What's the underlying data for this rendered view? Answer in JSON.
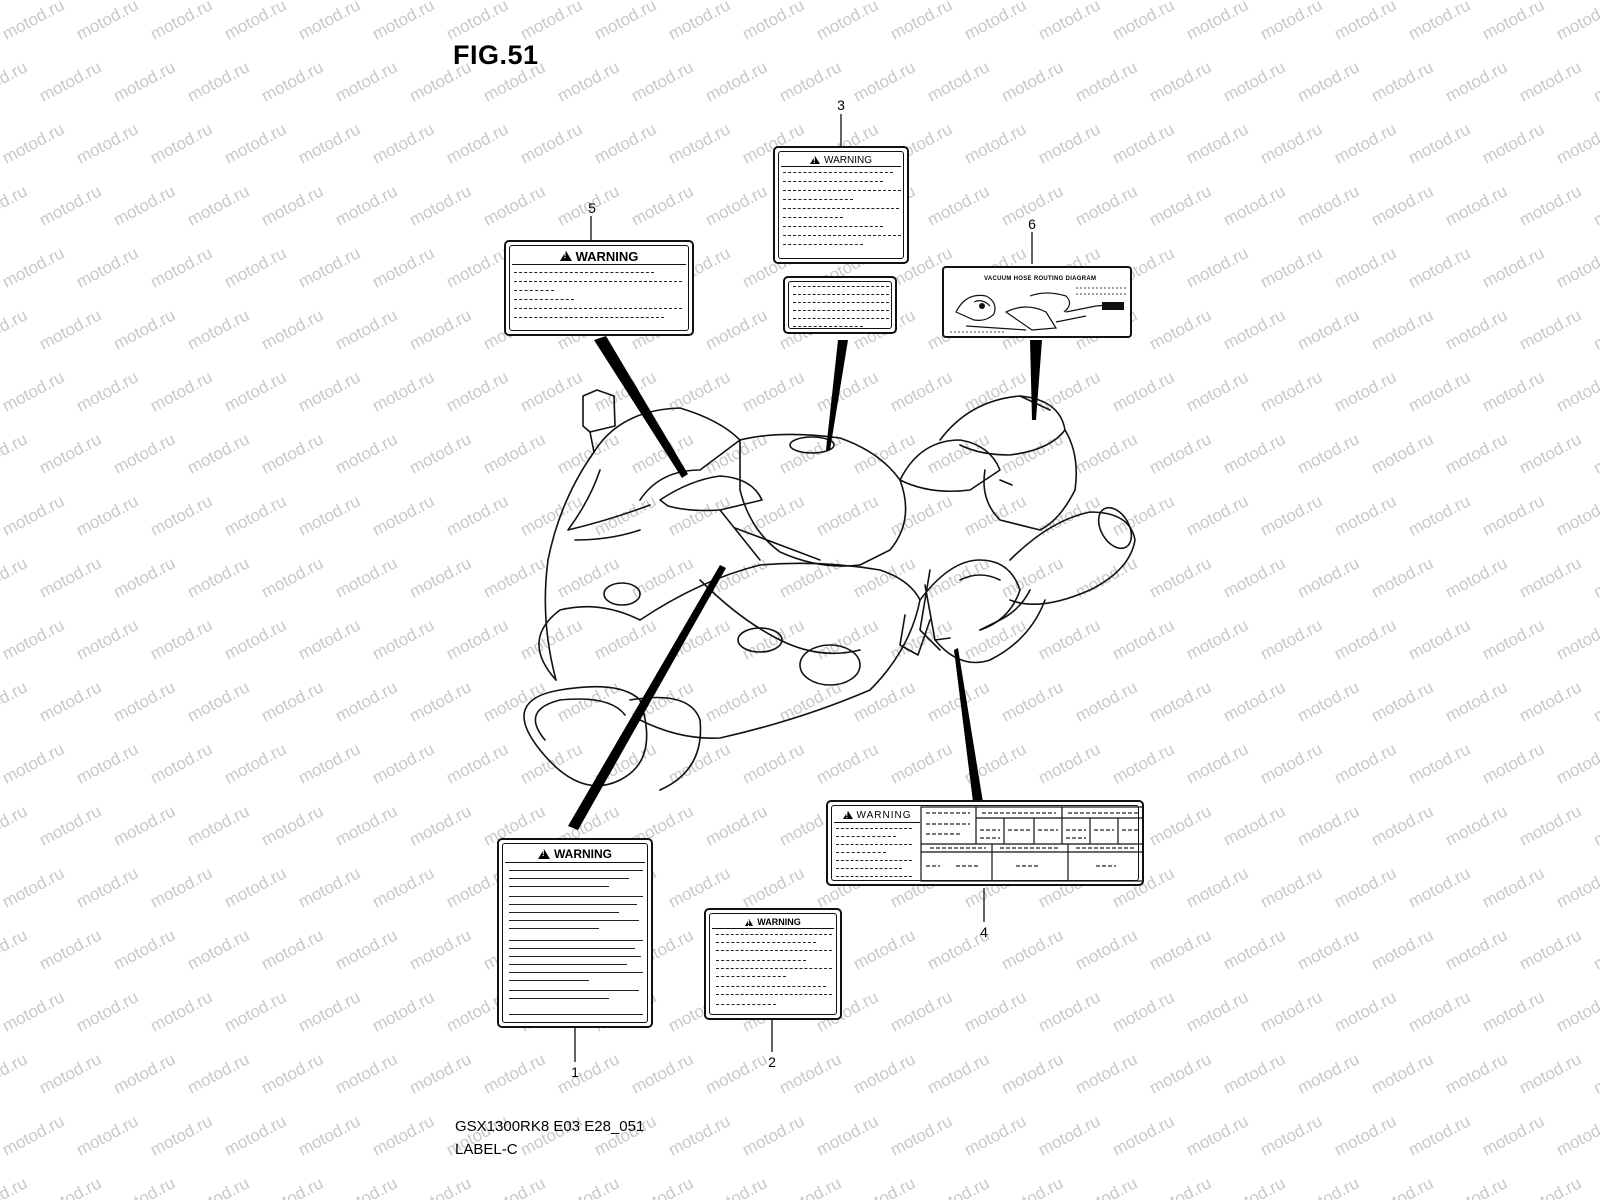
{
  "figure": {
    "title": "FIG.51",
    "footer_code": "GSX1300RK8 E03 E28_051",
    "footer_name": "LABEL-C",
    "watermark_text": "motod.ru"
  },
  "callouts": [
    {
      "id": "1",
      "text": "1"
    },
    {
      "id": "2",
      "text": "2"
    },
    {
      "id": "3",
      "text": "3"
    },
    {
      "id": "4",
      "text": "4"
    },
    {
      "id": "5",
      "text": "5"
    },
    {
      "id": "6",
      "text": "6"
    }
  ],
  "labels": {
    "label1": {
      "heading": "WARNING"
    },
    "label2": {
      "heading": "WARNING"
    },
    "label3": {
      "heading": "WARNING"
    },
    "label4": {
      "heading": "WARNING"
    },
    "label5": {
      "heading": "WARNING"
    },
    "label6": {
      "heading": "VACUUM HOSE ROUTING DIAGRAM"
    }
  },
  "icons": {
    "warning": "warning-triangle-icon"
  }
}
